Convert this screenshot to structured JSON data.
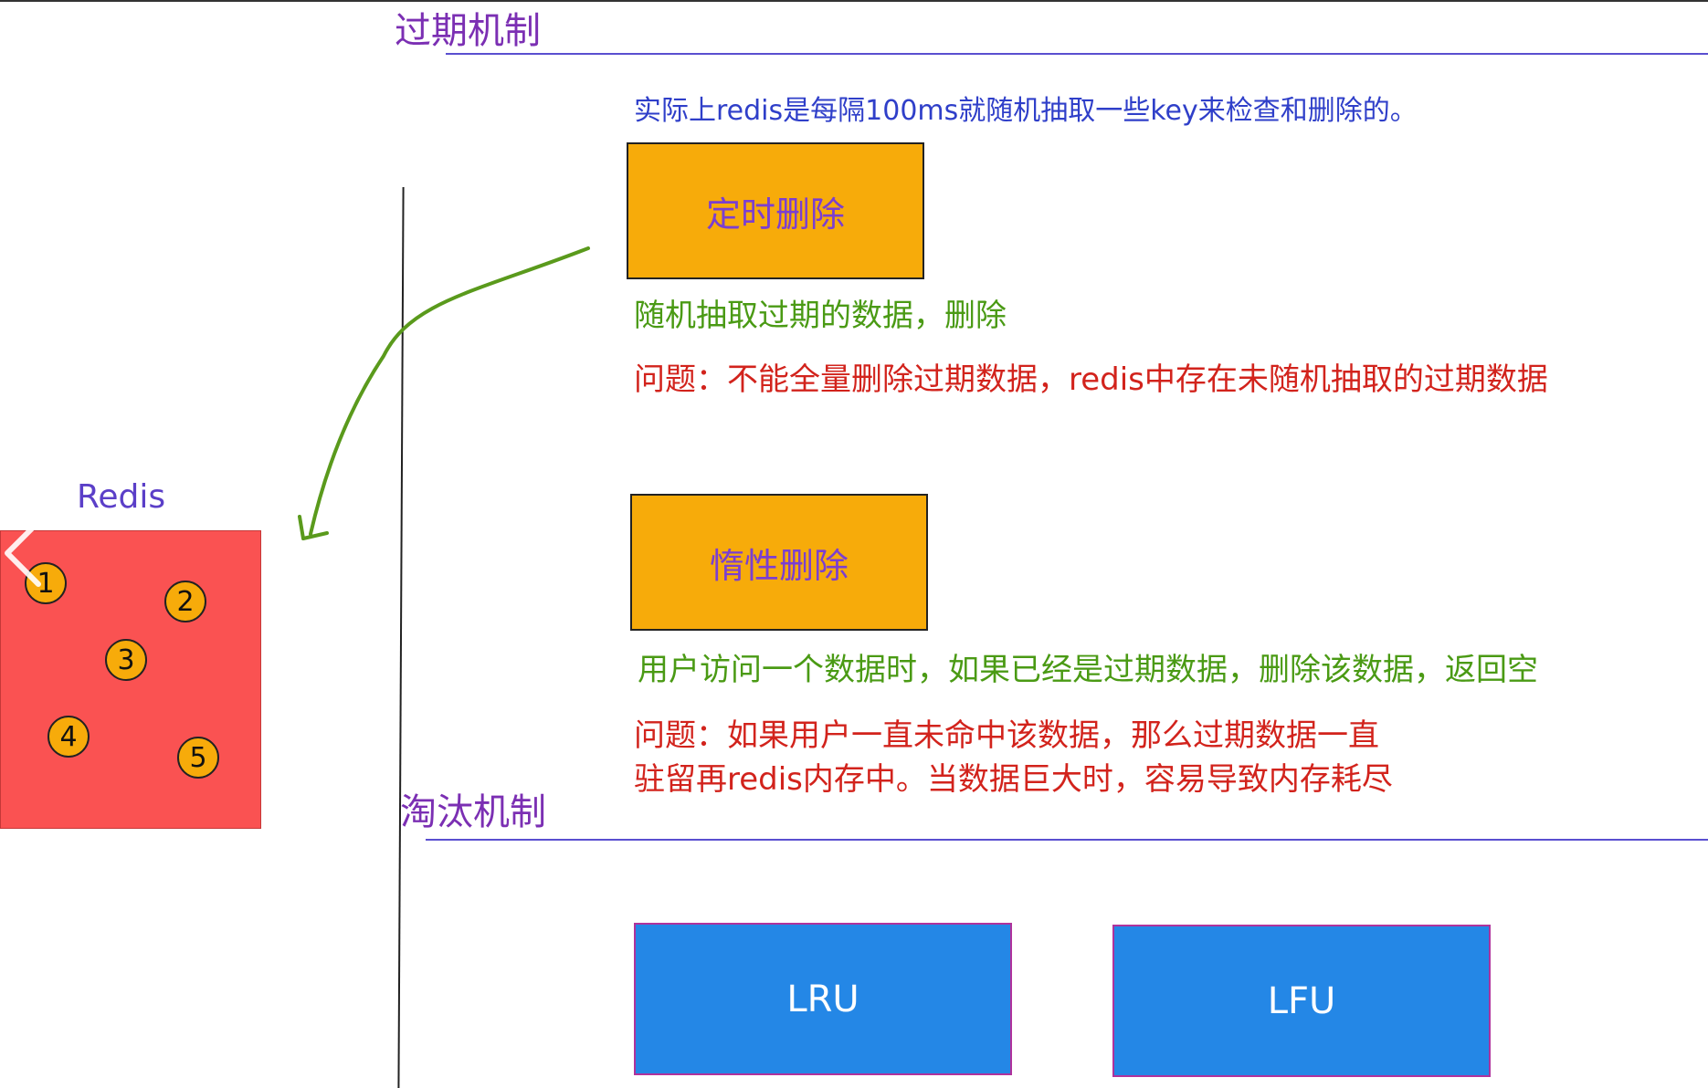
{
  "sections": {
    "expire_title": "过期机制",
    "evict_title": "淘汰机制"
  },
  "note": "实际上redis是每隔100ms就随机抽取一些key来检查和删除的。",
  "timed_delete": {
    "label": "定时删除",
    "desc": "随机抽取过期的数据，删除",
    "problem": "问题：不能全量删除过期数据，redis中存在未随机抽取的过期数据"
  },
  "lazy_delete": {
    "label": "惰性删除",
    "desc": "用户访问一个数据时，如果已经是过期数据，删除该数据，返回空",
    "problem_line1": "问题：如果用户一直未命中该数据，那么过期数据一直",
    "problem_line2": "驻留再redis内存中。当数据巨大时，容易导致内存耗尽"
  },
  "eviction": {
    "lru": "LRU",
    "lfu": "LFU"
  },
  "redis": {
    "label": "Redis",
    "keys": [
      "1",
      "2",
      "3",
      "4",
      "5"
    ]
  },
  "colors": {
    "title": "#7b2fb3",
    "orange_box": "#f7ab0a",
    "blue_box": "#2487e6",
    "redis_box": "#fa5252",
    "green_text": "#4a9a14",
    "red_text": "#d2231c",
    "note_text": "#2f3fc9",
    "arrow": "#5a9a1c"
  },
  "icons": {
    "back": "chevron-left-icon"
  }
}
